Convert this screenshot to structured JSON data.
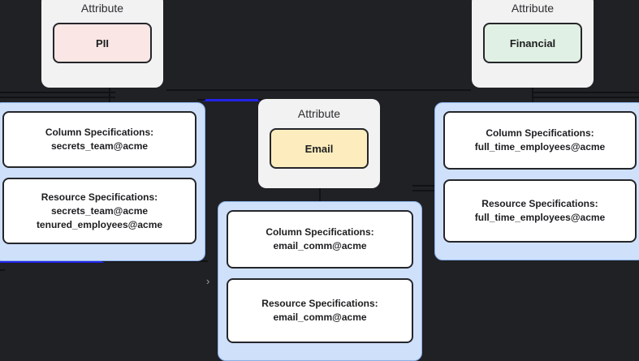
{
  "canvas": {
    "background": "#202125",
    "edge_color": "#111214",
    "edge_highlight_color": "#2323e8",
    "group_fill": "#cee0fa",
    "group_border": "#8ab0e8",
    "card_fill": "#f2f2f3",
    "node_border": "#25262a"
  },
  "attributes": [
    {
      "title": "Attribute",
      "badge_label": "PII",
      "badge_color": "#fae6e4"
    },
    {
      "title": "Attribute",
      "badge_label": "Email",
      "badge_color": "#fdedbe"
    },
    {
      "title": "Attribute",
      "badge_label": "Financial",
      "badge_color": "#e1f0e4"
    }
  ],
  "groups": [
    {
      "name": "pii-specs",
      "boxes": [
        {
          "heading": "Column Specifications:",
          "lines": [
            "secrets_team@acme"
          ]
        },
        {
          "heading": "Resource Specifications:",
          "lines": [
            "secrets_team@acme",
            "tenured_employees@acme"
          ]
        }
      ]
    },
    {
      "name": "email-specs",
      "boxes": [
        {
          "heading": "Column Specifications:",
          "lines": [
            "email_comm@acme"
          ]
        },
        {
          "heading": "Resource Specifications:",
          "lines": [
            "email_comm@acme"
          ]
        }
      ]
    },
    {
      "name": "financial-specs",
      "boxes": [
        {
          "heading": "Column Specifications:",
          "lines": [
            "full_time_employees@acme"
          ]
        },
        {
          "heading": "Resource Specifications:",
          "lines": [
            "full_time_employees@acme"
          ]
        }
      ]
    }
  ],
  "controls": {
    "collapse_chevron": "›"
  }
}
